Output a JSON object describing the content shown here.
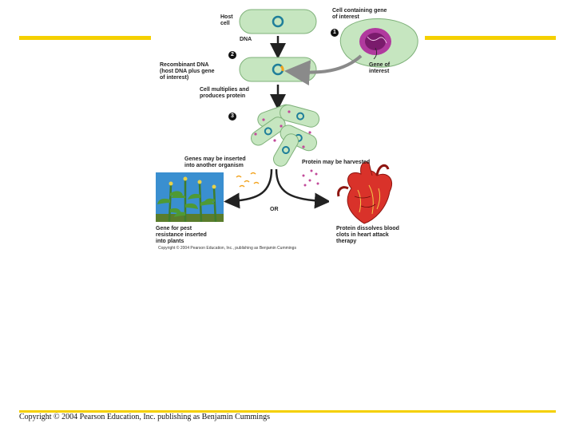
{
  "labels": {
    "host_cell": "Host\ncell",
    "dna": "DNA",
    "cell_containing_gene": "Cell containing gene\nof interest",
    "gene_of_interest": "Gene of\ninterest",
    "recombinant_dna": "Recombinant DNA\n(host DNA plus gene\nof interest)",
    "cell_multiplies": "Cell multiplies and\nproduces protein",
    "genes_inserted": "Genes may be inserted\ninto another organism",
    "protein_harvested": "Protein may be harvested",
    "or": "OR",
    "gene_pest": "Gene for pest\nresistance inserted\ninto plants",
    "protein_clots": "Protein dissolves blood\nclots in heart attack\ntherapy"
  },
  "steps": [
    "1",
    "2",
    "3"
  ],
  "credit": "Copyright © 2004 Pearson Education, Inc., publishing as Benjamin Cummings",
  "footer": "Copyright © 2004 Pearson Education, Inc. publishing as Benjamin Cummings",
  "colors": {
    "accent_rule": "#f5d000",
    "cell_fill": "#c6e6c0",
    "plasmid": "#1f7f9a",
    "gene_insert": "#f2a21c",
    "nucleus": "#7a1b6c",
    "heart": "#d9322a",
    "plant": "#3f7d2c",
    "sky": "#3a8fd0"
  }
}
